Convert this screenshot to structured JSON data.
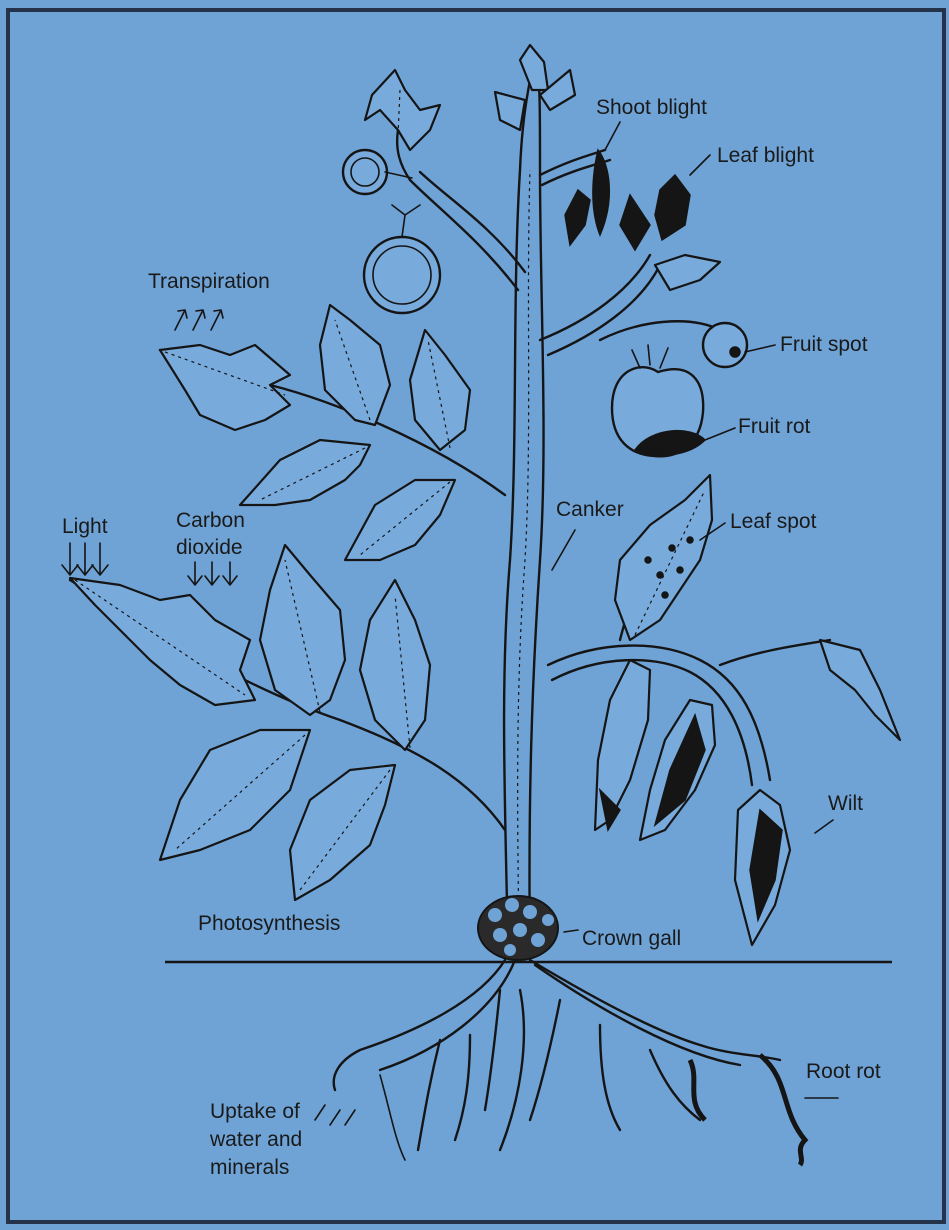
{
  "labels": {
    "shoot_blight": "Shoot blight",
    "leaf_blight": "Leaf blight",
    "transpiration": "Transpiration",
    "fruit_spot": "Fruit spot",
    "fruit_rot": "Fruit rot",
    "canker": "Canker",
    "leaf_spot": "Leaf spot",
    "light": "Light",
    "carbon": "Carbon",
    "dioxide": "dioxide",
    "wilt": "Wilt",
    "photosynthesis": "Photosynthesis",
    "crown_gall": "Crown gall",
    "root_rot": "Root rot",
    "uptake_line1": "Uptake of",
    "uptake_line2": "water and",
    "uptake_line3": "minerals"
  },
  "colors": {
    "background": "#6fa3d6",
    "ink": "#151515"
  }
}
